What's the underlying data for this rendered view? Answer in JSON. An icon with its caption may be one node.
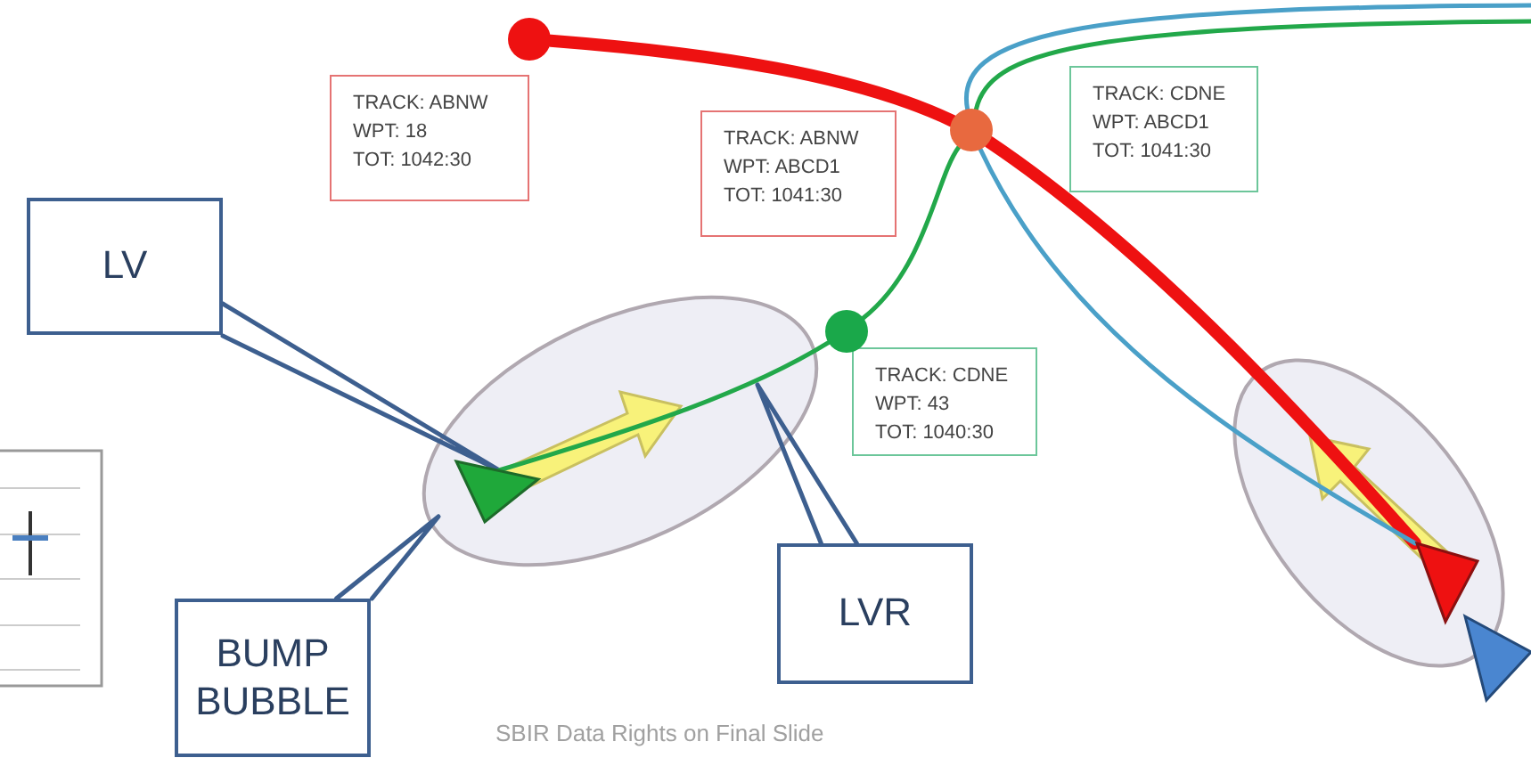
{
  "diagram": {
    "nodes": [
      {
        "text": [
          "LV"
        ]
      },
      {
        "text": [
          "TRACK: ABNW",
          "WPT: 18",
          "TOT: 1042:30"
        ]
      },
      {
        "text": [
          "TRACK: ABNW",
          "WPT: ABCD1",
          "TOT: 1041:30"
        ]
      },
      {
        "text": [
          "TRACK: CDNE",
          "WPT: ABCD1",
          "TOT: 1041:30"
        ]
      },
      {
        "text": [
          "TRACK: CDNE",
          "WPT: 43",
          "TOT: 1040:30"
        ]
      },
      {
        "text": [
          "BUMP BUBBLE"
        ]
      },
      {
        "text": [
          "LVR"
        ]
      },
      {
        "text": [],
        "shape": "circle"
      },
      {
        "text": [],
        "shape": "circle"
      },
      {
        "text": [],
        "shape": "circle"
      },
      {
        "text": [],
        "shape": "ellipse"
      },
      {
        "text": [],
        "shape": "triangle",
        "in": 10
      },
      {
        "text": [],
        "shape": "ellipse"
      },
      {
        "text": [],
        "shape": "triangle",
        "in": 12
      },
      {
        "text": [],
        "shape": "triangle"
      }
    ],
    "edges": [
      {
        "from": 0,
        "to": 11,
        "arrow": "none",
        "color": "#3d5f8f"
      },
      {
        "from": 5,
        "to": 10,
        "arrow": "none",
        "color": "#3d5f8f"
      },
      {
        "from": 6,
        "to": null,
        "arrow": "none",
        "color": "#3d5f8f"
      },
      {
        "from": 7,
        "to": 8,
        "arrow": "none",
        "style": "thick",
        "color": "#ee1111"
      },
      {
        "from": 8,
        "to": 13,
        "arrow": "none",
        "style": "thick",
        "color": "#ee1111"
      },
      {
        "from": 11,
        "to": 9,
        "arrow": "none",
        "color": "#22a84a"
      },
      {
        "from": 9,
        "to": 8,
        "arrow": "none",
        "color": "#22a84a"
      },
      {
        "from": 8,
        "to": null,
        "arrow": "none",
        "color": "#22a84a"
      },
      {
        "from": 13,
        "to": 8,
        "arrow": "none",
        "color": "#4aa0c8"
      },
      {
        "from": 8,
        "to": null,
        "arrow": "none",
        "color": "#4aa0c8"
      }
    ],
    "labels": [
      "SBIR Data Rights on Final Slide"
    ]
  }
}
